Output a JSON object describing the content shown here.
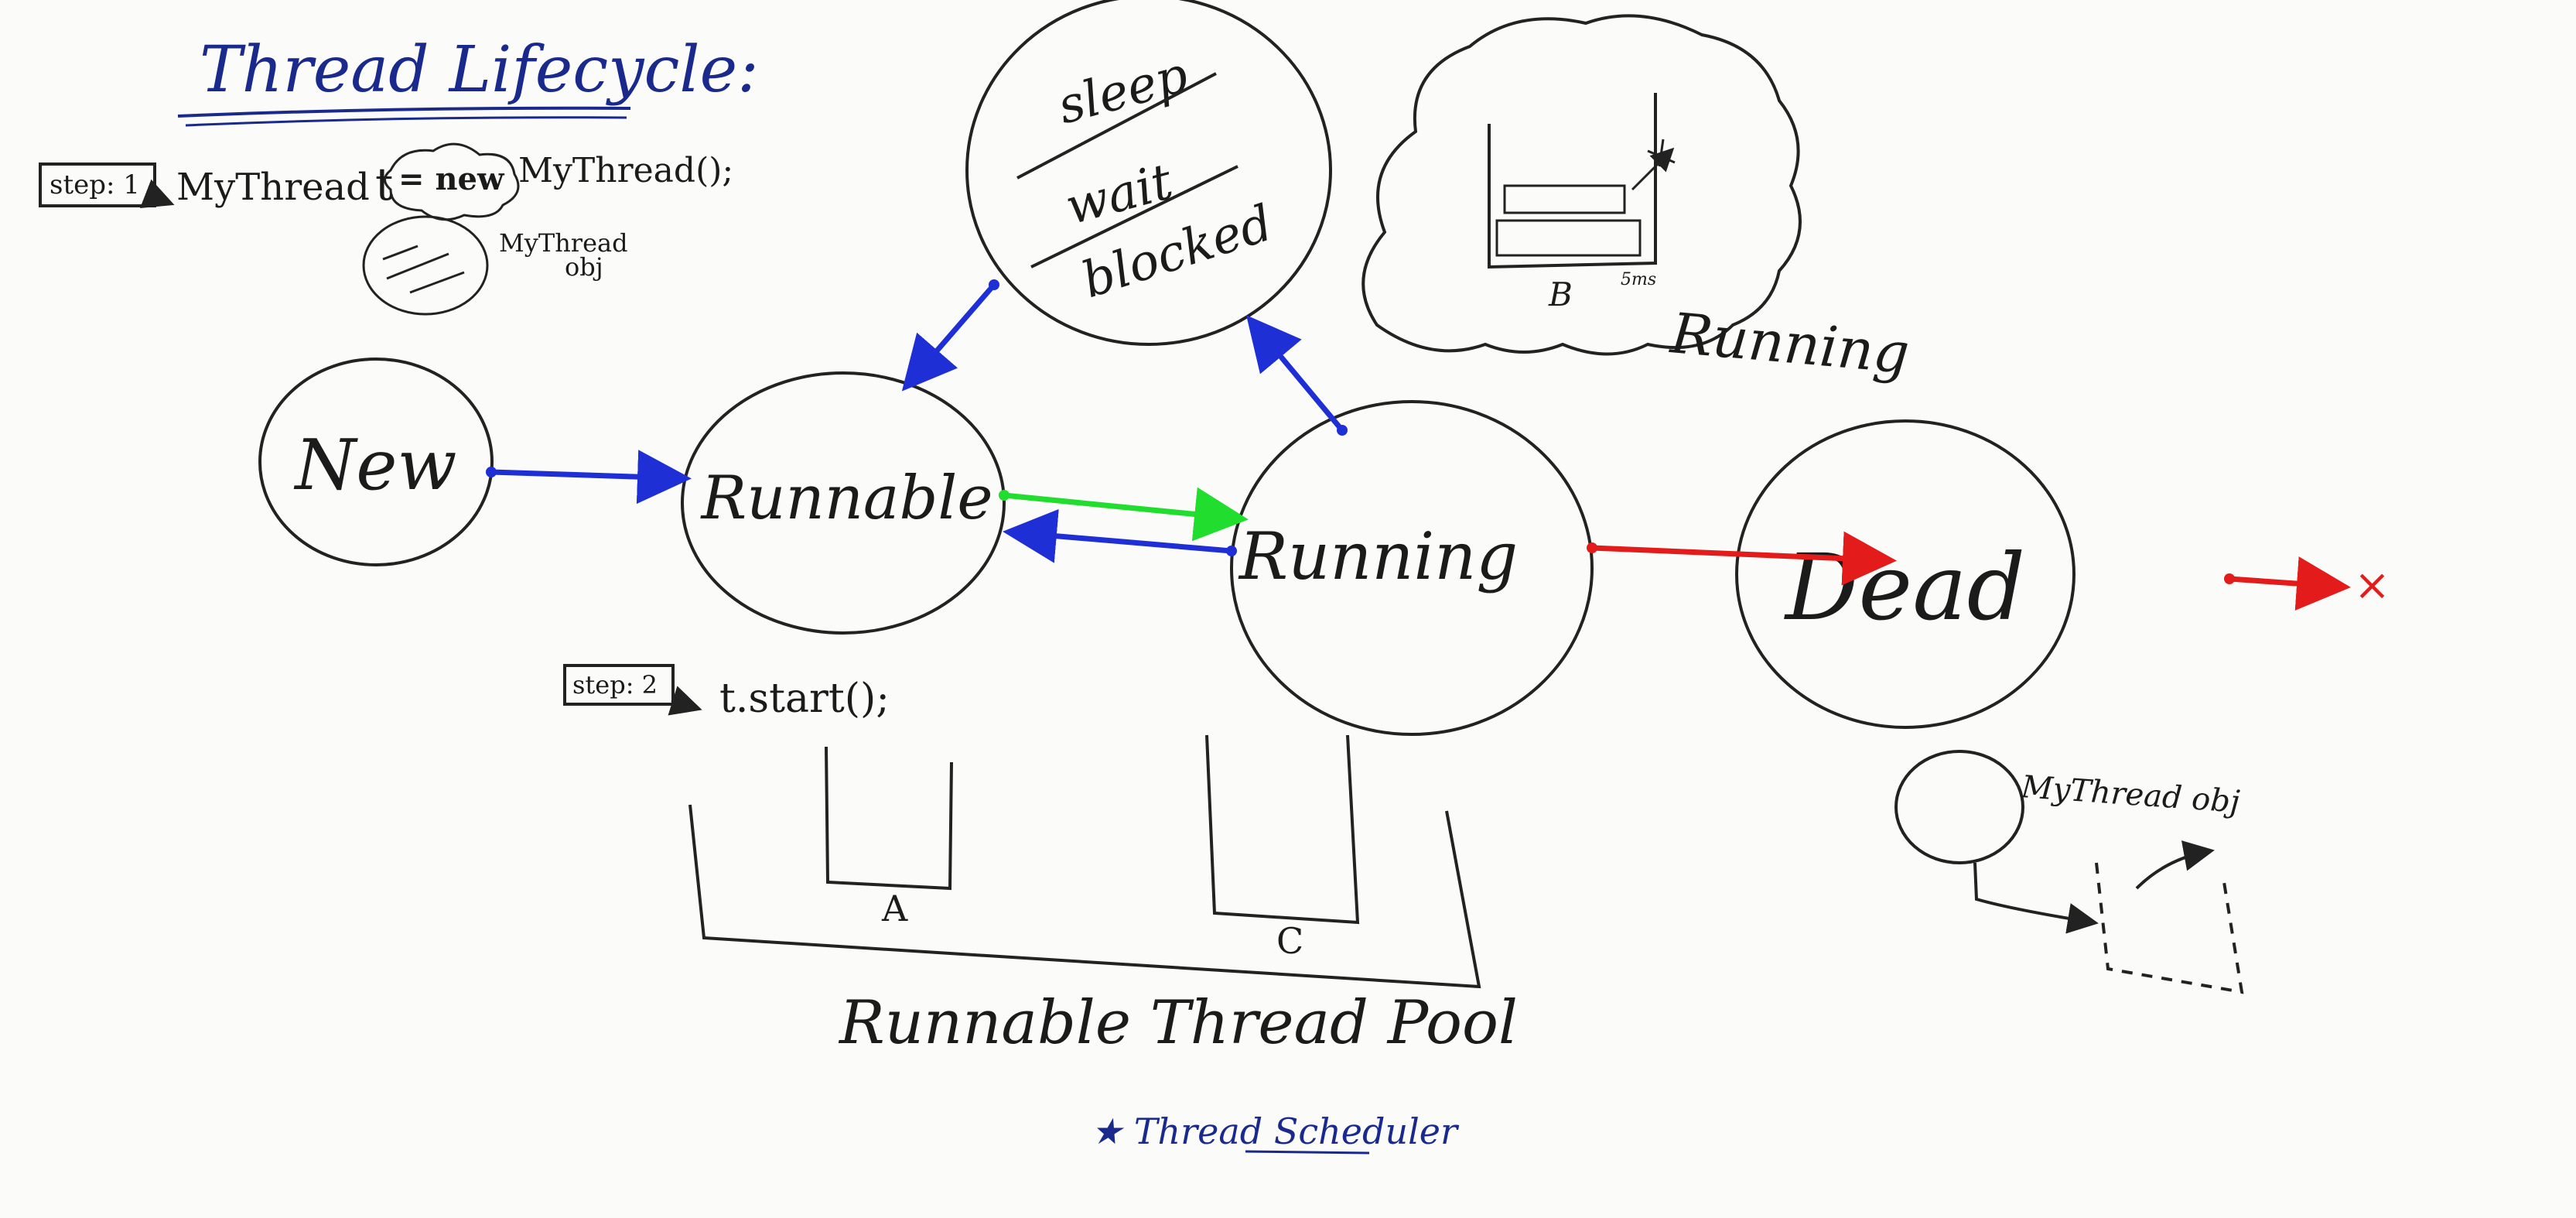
{
  "title": "Thread Lifecycle:",
  "step1": {
    "badge": "step: 1",
    "code_type": "MyThread",
    "code_var": "t",
    "code_eq": "= new",
    "code_ctor": "MyThread();",
    "obj_label_line1": "MyThread",
    "obj_label_line2": "obj"
  },
  "states": {
    "new": "New",
    "runnable": "Runnable",
    "running": "Running",
    "dead": "Dead"
  },
  "blocked_states": [
    "sleep",
    "wait",
    "blocked"
  ],
  "cloud": {
    "label": "Running",
    "letter_b": "B",
    "small_text": "5ms"
  },
  "step2": {
    "badge": "step: 2",
    "code": "t.start();"
  },
  "pool": {
    "label": "Runnable Thread Pool",
    "slot_a": "A",
    "slot_c": "C"
  },
  "dead_obj": {
    "label": "MyThread obj"
  },
  "end_mark": "×",
  "scheduler": "★ Thread Scheduler",
  "colors": {
    "blue": "#1f2fd6",
    "green": "#21dd2e",
    "red": "#e31b1b",
    "ink": "#222222",
    "title_ink": "#1a2a8c"
  }
}
